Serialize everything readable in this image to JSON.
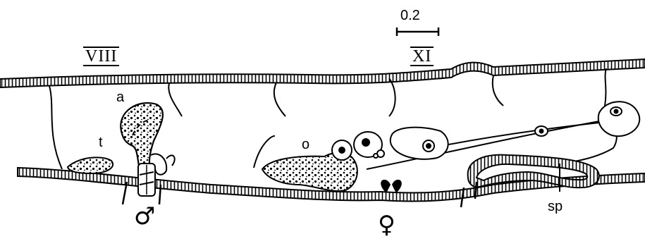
{
  "scale_bar": {
    "label": "0.2"
  },
  "segments": {
    "left": "VIII",
    "right": "XI"
  },
  "labels": {
    "a": "a",
    "t": "t",
    "o": "o",
    "sp": "sp",
    "male": "♂",
    "female": "♀"
  },
  "colors": {
    "ink": "#000000",
    "paper": "#ffffff"
  }
}
